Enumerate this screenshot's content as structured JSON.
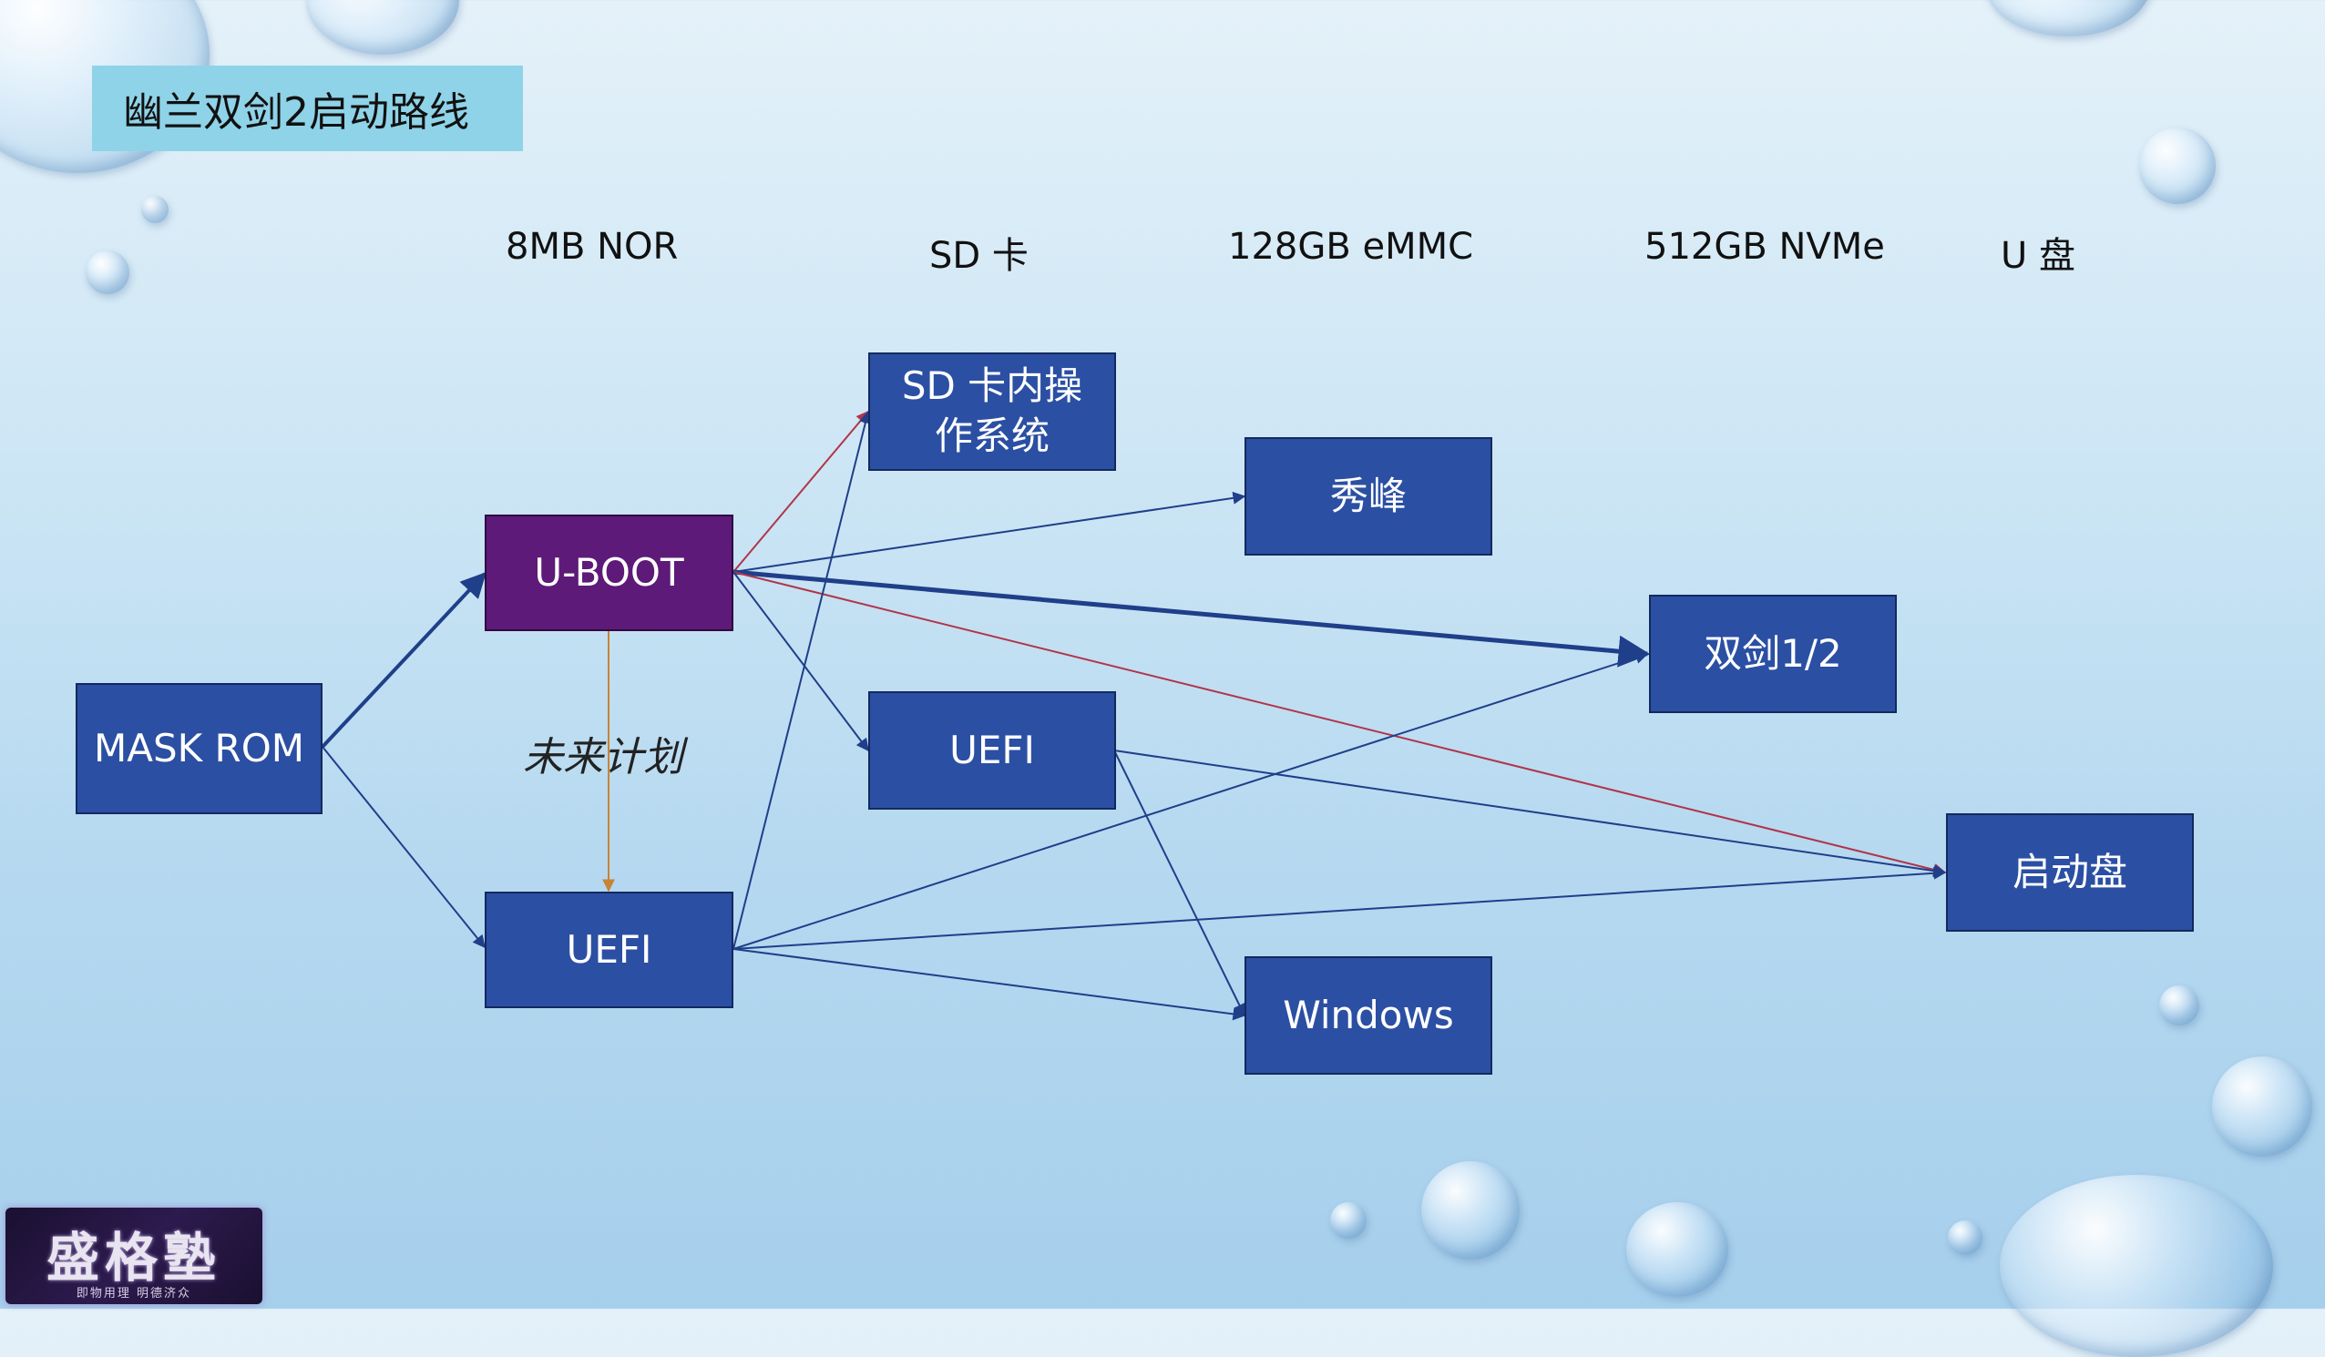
{
  "title": "幽兰双剑2启动路线",
  "columns": [
    "8MB NOR",
    "SD 卡",
    "128GB eMMC",
    "512GB NVMe",
    "U 盘"
  ],
  "nodes": {
    "mask_rom": "MASK ROM",
    "uboot": "U-BOOT",
    "uefi_nor": "UEFI",
    "sd_os": "SD 卡内操作系统",
    "uefi_sd": "UEFI",
    "xiufeng": "秀峰",
    "windows": "Windows",
    "shuangjian": "双剑1/2",
    "qidongpan": "启动盘"
  },
  "note": "未来计划",
  "logo": {
    "main": "盛格塾",
    "sub": "即物用理 明德济众"
  },
  "colors": {
    "node_blue": "#2b4fa3",
    "node_purple": "#5e1a78",
    "edge_blue": "#1f3f8a",
    "edge_red": "#b2344a",
    "edge_orange": "#c88434",
    "title_bg": "#8fd3e8"
  }
}
